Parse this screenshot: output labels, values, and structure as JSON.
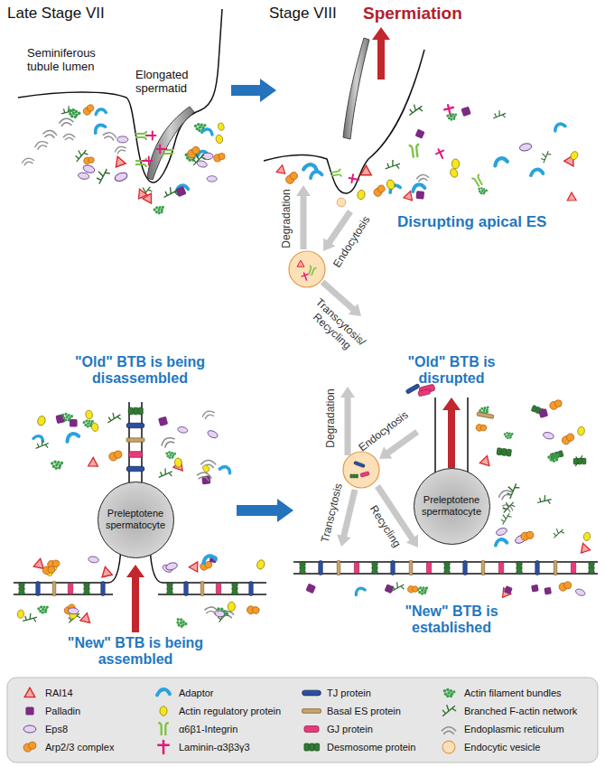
{
  "diagram": {
    "nodes": [
      {
        "text": [
          "Preleptotene spermatocyte"
        ]
      },
      {
        "text": [
          "Preleptotene spermatocyte"
        ]
      }
    ],
    "labels": [
      "Late Stage VII",
      "Seminiferous tubule lumen",
      "Elongated spermatid",
      "Stage VIII",
      "Spermiation",
      "Degradation",
      "Endocytosis",
      "Transcytosis/ Recycling",
      "Disrupting apical ES",
      "\"Old\" BTB is being disassembled",
      "\"New\" BTB is being assembled",
      "\"Old\" BTB is disrupted",
      "Degradation",
      "Endocytosis",
      "Transcytosis",
      "Recycling",
      "\"New\" BTB is established"
    ],
    "legend": [
      {
        "text": "RAI14"
      },
      {
        "text": "Palladin"
      },
      {
        "text": "Eps8"
      },
      {
        "text": "Arp2/3 complex"
      },
      {
        "text": "Adaptor"
      },
      {
        "text": "Actin regulatory protein"
      },
      {
        "text": "α6β1-Integrin"
      },
      {
        "text": "Laminin-α3β3γ3"
      },
      {
        "text": "TJ protein"
      },
      {
        "text": "Basal ES protein"
      },
      {
        "text": "GJ protein"
      },
      {
        "text": "Desmosome protein"
      },
      {
        "text": "Actin filament bundles"
      },
      {
        "text": "Branched F-actin network"
      },
      {
        "text": "Endoplasmic reticulum"
      },
      {
        "text": "Endocytic vesicle"
      }
    ]
  }
}
